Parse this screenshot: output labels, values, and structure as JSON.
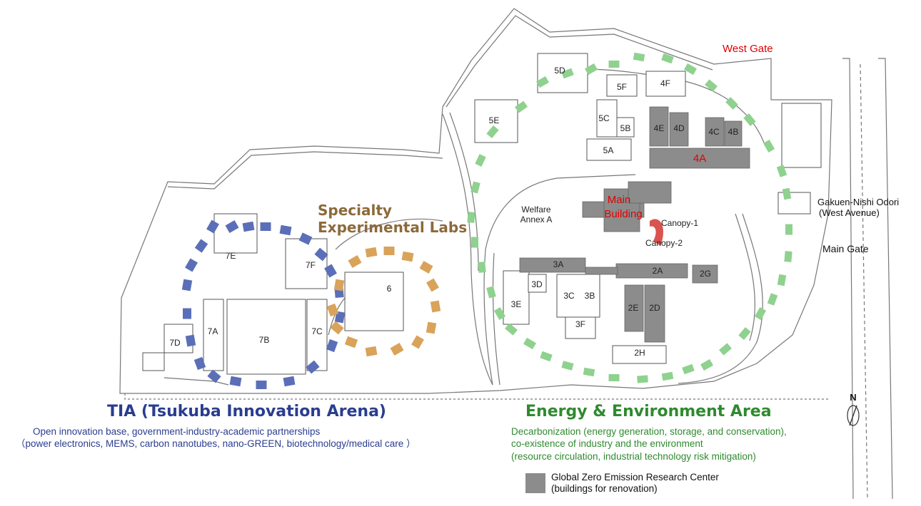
{
  "gates": {
    "west_gate": "West Gate",
    "main_gate": "Main Gate",
    "avenue_line1": "Gakuen-Nishi Odori",
    "avenue_line2": "(West Avenue)"
  },
  "buildings": {
    "b5D": "5D",
    "b5F": "5F",
    "b4F": "4F",
    "b5E": "5E",
    "b5C": "5C",
    "b5B": "5B",
    "b4E": "4E",
    "b4D": "4D",
    "b4C": "4C",
    "b4B": "4B",
    "b5A": "5A",
    "b4A": "4A",
    "welfare_line1": "Welfare",
    "welfare_line2": "Annex A",
    "main_line1": "Main",
    "main_line2": "Building",
    "canopy1": "Canopy-1",
    "canopy2": "Canopy-2",
    "b3A": "3A",
    "b2A": "2A",
    "b2G": "2G",
    "b3D": "3D",
    "b3E": "3E",
    "b3C": "3C",
    "b3B": "3B",
    "b2E": "2E",
    "b2D": "2D",
    "b3F": "3F",
    "b2H": "2H",
    "b6": "6",
    "b7E": "7E",
    "b7F": "7F",
    "b7A": "7A",
    "b7B": "7B",
    "b7C": "7C",
    "b7D": "7D"
  },
  "specialty": {
    "line1": "Specialty",
    "line2": "Experimental Labs"
  },
  "compass": "N",
  "tia": {
    "title": "TIA (Tsukuba Innovation Arena)",
    "line1": "Open innovation base, government-industry-academic partnerships",
    "line2": "（power electronics, MEMS, carbon nanotubes, nano-GREEN, biotechnology/medical care ）"
  },
  "energy": {
    "title": "Energy & Environment Area",
    "line1": "Decarbonization (energy generation, storage, and conservation),",
    "line2": " co-existence of industry and the environment",
    "line3": "(resource circulation, industrial technology risk mitigation)"
  },
  "legend": {
    "line1": "Global Zero Emission Research Center",
    "line2": "(buildings for renovation)"
  },
  "colors": {
    "tia_blue": "#2a3d8f",
    "energy_green": "#2f8a2f",
    "specialty_brown": "#8b6a3a",
    "gate_red": "#e00000",
    "renovation_gray": "#8c8c8c",
    "green_marker": "#8fd18f",
    "blue_marker": "#5b6fb8",
    "orange_marker": "#d9a35a"
  }
}
